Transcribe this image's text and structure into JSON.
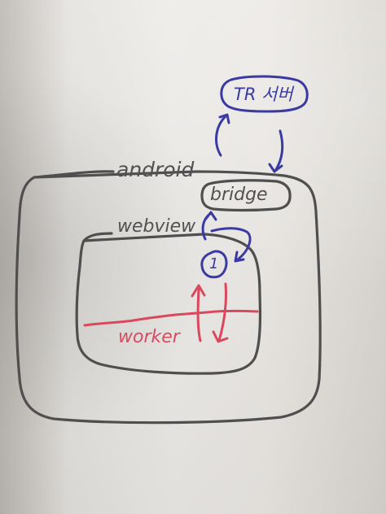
{
  "diagram": {
    "labels": {
      "android": "android",
      "webview": "webview",
      "bridge": "bridge",
      "tr_server": "TR 서버",
      "step": "1",
      "worker": "worker"
    },
    "colors": {
      "paper": "#ebe8e4",
      "pencil": "#4f4f4f",
      "blue_ink": "#3b3aa3",
      "red_ink": "#d9485d"
    }
  }
}
